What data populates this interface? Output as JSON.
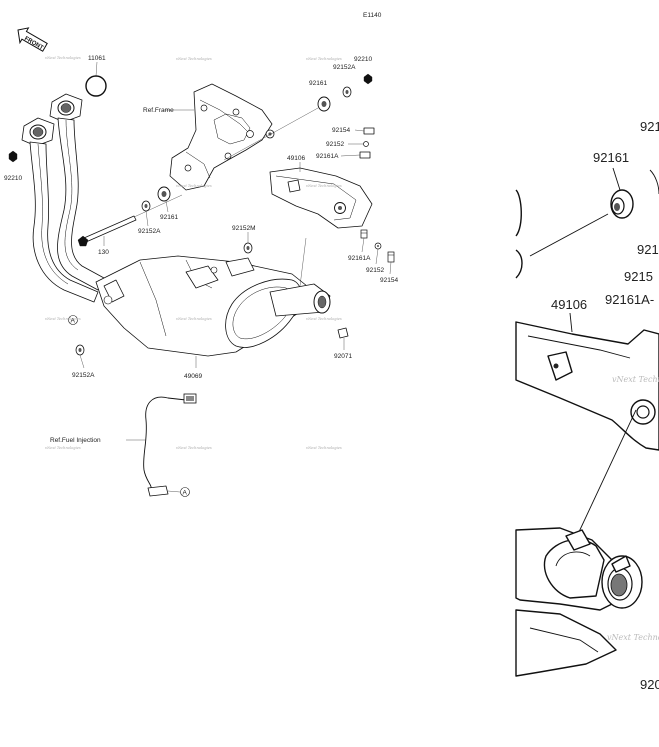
{
  "diagram_code": "E1140",
  "front_label": "FRONT",
  "watermark": "vNext Technologies",
  "callouts": {
    "p11061": "11061",
    "p92210_left": "92210",
    "p92210_top": "92210",
    "p92152A_top": "92152A",
    "p92161_top": "92161",
    "ref_frame": "Ref.Frame",
    "p92154_top": "92154",
    "p92152_top": "92152",
    "p92161A_top": "92161A",
    "p49106": "49106",
    "p92161_mid": "92161",
    "p92152A_mid": "92152A",
    "p130": "130",
    "p92152M": "92152M",
    "p92161A_low": "92161A",
    "p92152_low": "92152",
    "p92154_low": "92154",
    "p92071": "92071",
    "p92152A_low": "92152A",
    "p49069": "49069",
    "ref_fuel": "Ref.Fuel Injection",
    "marker_a": "A"
  },
  "zoom": {
    "p9216_cut": "921",
    "p92161": "92161",
    "p921_mid": "921",
    "p92152_cut": "9215",
    "p92161A_cut": "92161A-",
    "p49106": "49106",
    "p920_cut": "920"
  }
}
